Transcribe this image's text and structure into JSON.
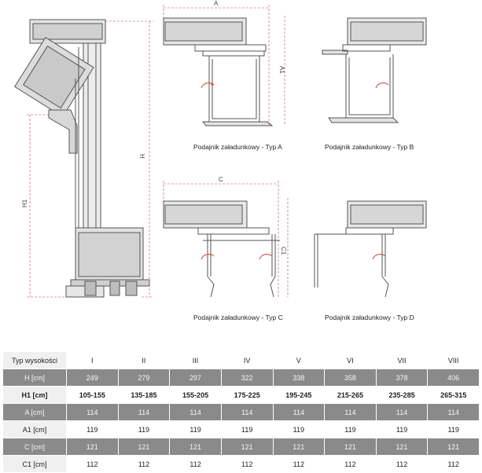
{
  "dimension_labels": {
    "h": "H",
    "h1": "H1",
    "a": "A",
    "a1": "A1",
    "c": "C",
    "c1": "C1"
  },
  "captions": {
    "type_a": "Podajnik załadunkowy - Typ A",
    "type_b": "Podajnik załadunkowy - Typ B",
    "type_c": "Podajnik załadunkowy - Typ C",
    "type_d": "Podajnik załadunkowy - Typ D"
  },
  "table": {
    "header_label": "Typ wysokości",
    "columns": [
      "I",
      "II",
      "III",
      "IV",
      "V",
      "VI",
      "VII",
      "VIII"
    ],
    "rows": [
      {
        "label": "H [cm]",
        "values": [
          "249",
          "279",
          "297",
          "322",
          "338",
          "358",
          "378",
          "406"
        ]
      },
      {
        "label": "H1 [cm]",
        "values": [
          "105-155",
          "135-185",
          "155-205",
          "175-225",
          "195-245",
          "215-265",
          "235-285",
          "265-315"
        ]
      },
      {
        "label": "A [cm]",
        "values": [
          "114",
          "114",
          "114",
          "114",
          "114",
          "114",
          "114",
          "114"
        ]
      },
      {
        "label": "A1 [cm]",
        "values": [
          "119",
          "119",
          "119",
          "119",
          "119",
          "119",
          "119",
          "119"
        ]
      },
      {
        "label": "C [cm]",
        "values": [
          "121",
          "121",
          "121",
          "121",
          "121",
          "121",
          "121",
          "121"
        ]
      },
      {
        "label": "C1 [cm]",
        "values": [
          "112",
          "112",
          "112",
          "112",
          "112",
          "112",
          "112",
          "112"
        ]
      }
    ]
  },
  "colors": {
    "line": "#555555",
    "dimension": "#c44",
    "table_dark": "#8a8a8a",
    "table_light": "#ffffff"
  }
}
